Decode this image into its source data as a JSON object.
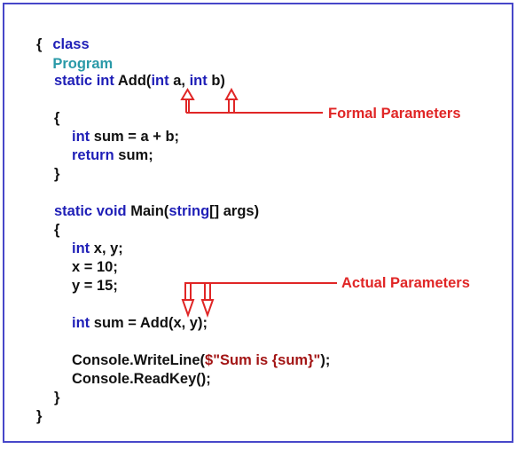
{
  "code": {
    "l1": {
      "kw": "class",
      "cls": "Program"
    },
    "l2": {
      "text": "{"
    },
    "l3": {
      "kw1": "static",
      "kw2": "int",
      "mid": "Add(",
      "kw3": "int",
      "a": "a,",
      "kw4": "int",
      "b": "b)"
    },
    "l4": {
      "text": "{"
    },
    "l5": {
      "kw": "int",
      "rest": "sum = a + b;"
    },
    "l6": {
      "kw": "return",
      "rest": "sum;"
    },
    "l7": {
      "text": "}"
    },
    "l8": {
      "kw1": "static",
      "kw2": "void",
      "mid": "Main(",
      "kw3": "string",
      "rest": "[] args)"
    },
    "l9": {
      "text": "{"
    },
    "l10": {
      "kw": "int",
      "rest": "x, y;"
    },
    "l11": {
      "text": "x = 10;"
    },
    "l12": {
      "text": "y = 15;"
    },
    "l13": {
      "kw": "int",
      "rest": "sum = Add(x, y);"
    },
    "l14": {
      "pre": "Console.WriteLine(",
      "str": "$\"Sum is {sum}\"",
      "post": ");"
    },
    "l15": {
      "text": "Console.ReadKey();"
    },
    "l16": {
      "text": "}"
    },
    "l17": {
      "text": "}"
    }
  },
  "annotations": {
    "formal": "Formal Parameters",
    "actual": "Actual Parameters"
  },
  "colors": {
    "keyword": "#1f1fb7",
    "class_name": "#2a9aa8",
    "string": "#a31515",
    "annotation": "#e02626",
    "border": "#4747c9"
  }
}
